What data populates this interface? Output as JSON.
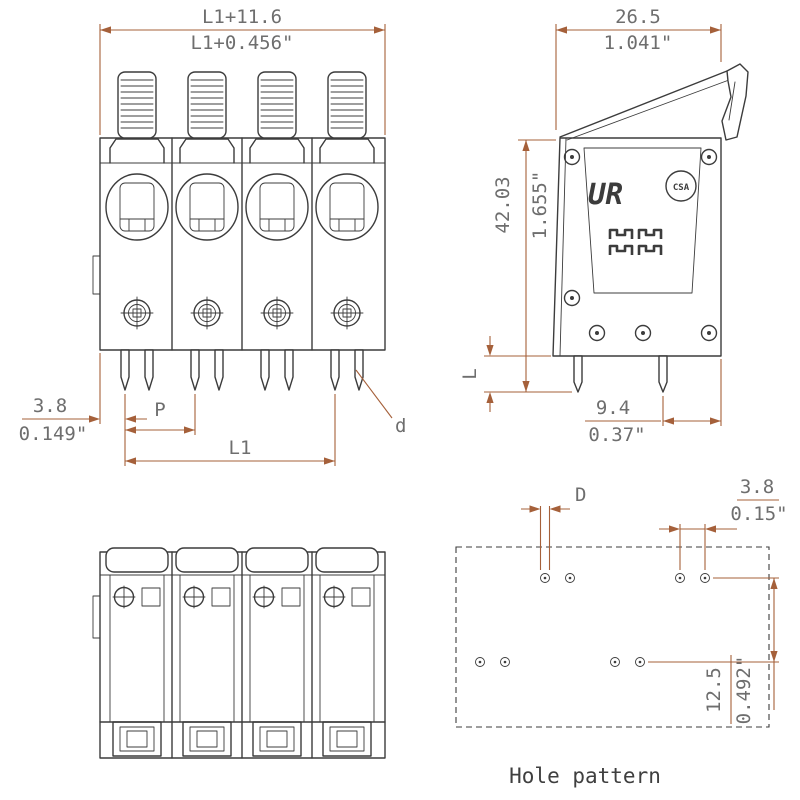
{
  "colors": {
    "drawing_line": "#3c3c3c",
    "dimension_line": "#a5603a",
    "dimension_text": "#6e6e6e",
    "caption_text": "#3f3f3f",
    "background": "#ffffff"
  },
  "front_view": {
    "dim_width_mm": "L1+11.6",
    "dim_width_in": "L1+0.456\"",
    "dim_edge_offset_mm": "3.8",
    "dim_edge_offset_in": "0.149\"",
    "dim_pitch_label": "P",
    "dim_length_label": "L1",
    "dim_pin_label": "d"
  },
  "side_view": {
    "dim_width_mm": "26.5",
    "dim_width_in": "1.041\"",
    "dim_height_mm": "42.03",
    "dim_height_in": "1.655\"",
    "dim_pin_length_label": "L",
    "dim_pin_edge_mm": "9.4",
    "dim_pin_edge_in": "0.37\"",
    "ul_mark": "UR",
    "csa_mark": "CSA"
  },
  "hole_pattern": {
    "caption": "Hole pattern",
    "dim_hole_diameter_label": "D",
    "dim_hole_pair_mm": "3.8",
    "dim_hole_pair_in": "0.15\"",
    "dim_row_spacing_mm": "12.5",
    "dim_row_spacing_in": "0.492\""
  }
}
